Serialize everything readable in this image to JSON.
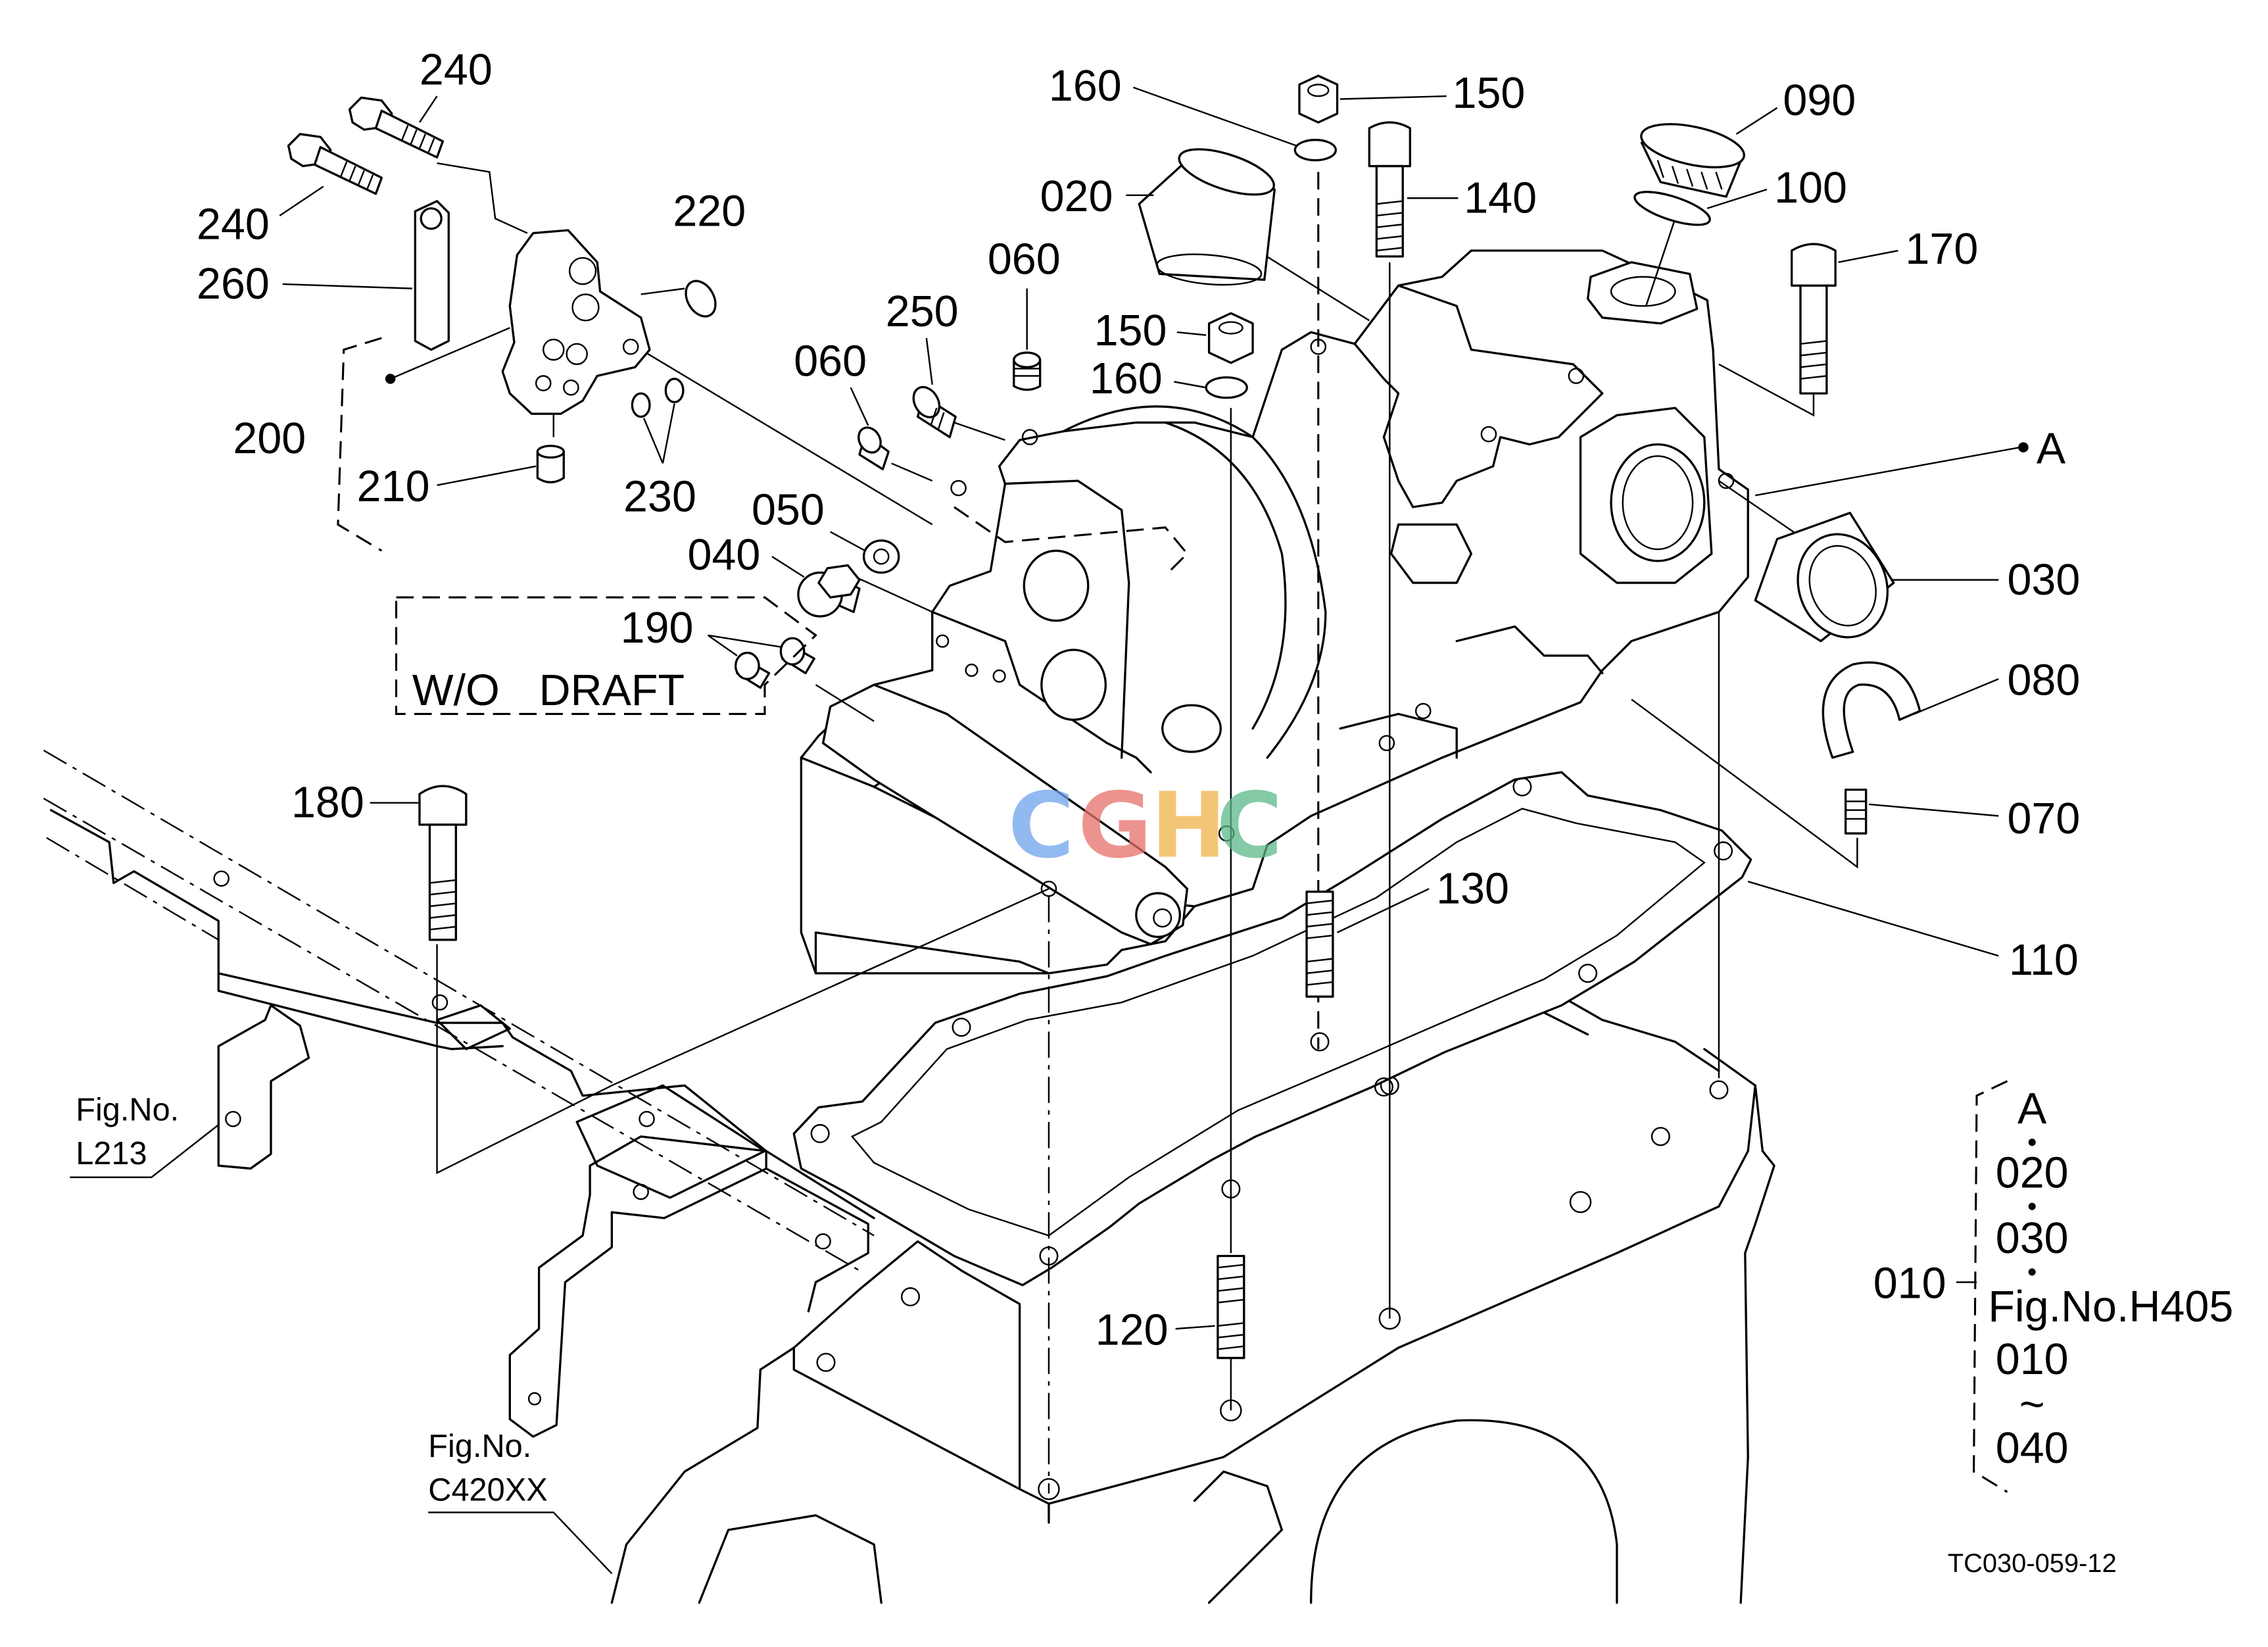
{
  "labels": {
    "p240_upper": "240",
    "p240_lower": "240",
    "p260": "260",
    "p220": "220",
    "p200": "200",
    "p210": "210",
    "p230": "230",
    "p060_left": "060",
    "p250": "250",
    "p060_right": "060",
    "p050": "050",
    "p040": "040",
    "p190": "190",
    "p160_top": "160",
    "p020": "020",
    "p150_top": "150",
    "p140": "140",
    "p150_mid": "150",
    "p160_mid": "160",
    "p090": "090",
    "p100": "100",
    "p170": "170",
    "pA": "A",
    "p030": "030",
    "p080": "080",
    "p070": "070",
    "p110": "110",
    "p130": "130",
    "p180": "180",
    "p120": "120"
  },
  "variant": {
    "wo": "W/O",
    "draft": "DRAFT"
  },
  "refs": {
    "l213_line1": "Fig.No.",
    "l213_line2": "L213",
    "c420_line1": "Fig.No.",
    "c420_line2": "C420XX"
  },
  "assembly": {
    "a": "A",
    "r1": "020",
    "r2": "030",
    "group": "010",
    "fig": "Fig.No.H405",
    "r3": "010",
    "tilde": "~",
    "r4": "040"
  },
  "drawing_code": "TC030-059-12",
  "watermark": {
    "letters": [
      "C",
      "G",
      "H",
      "C"
    ],
    "colors": [
      "#6fa3ec",
      "#e8706a",
      "#f0b24a",
      "#5cb98a"
    ]
  }
}
